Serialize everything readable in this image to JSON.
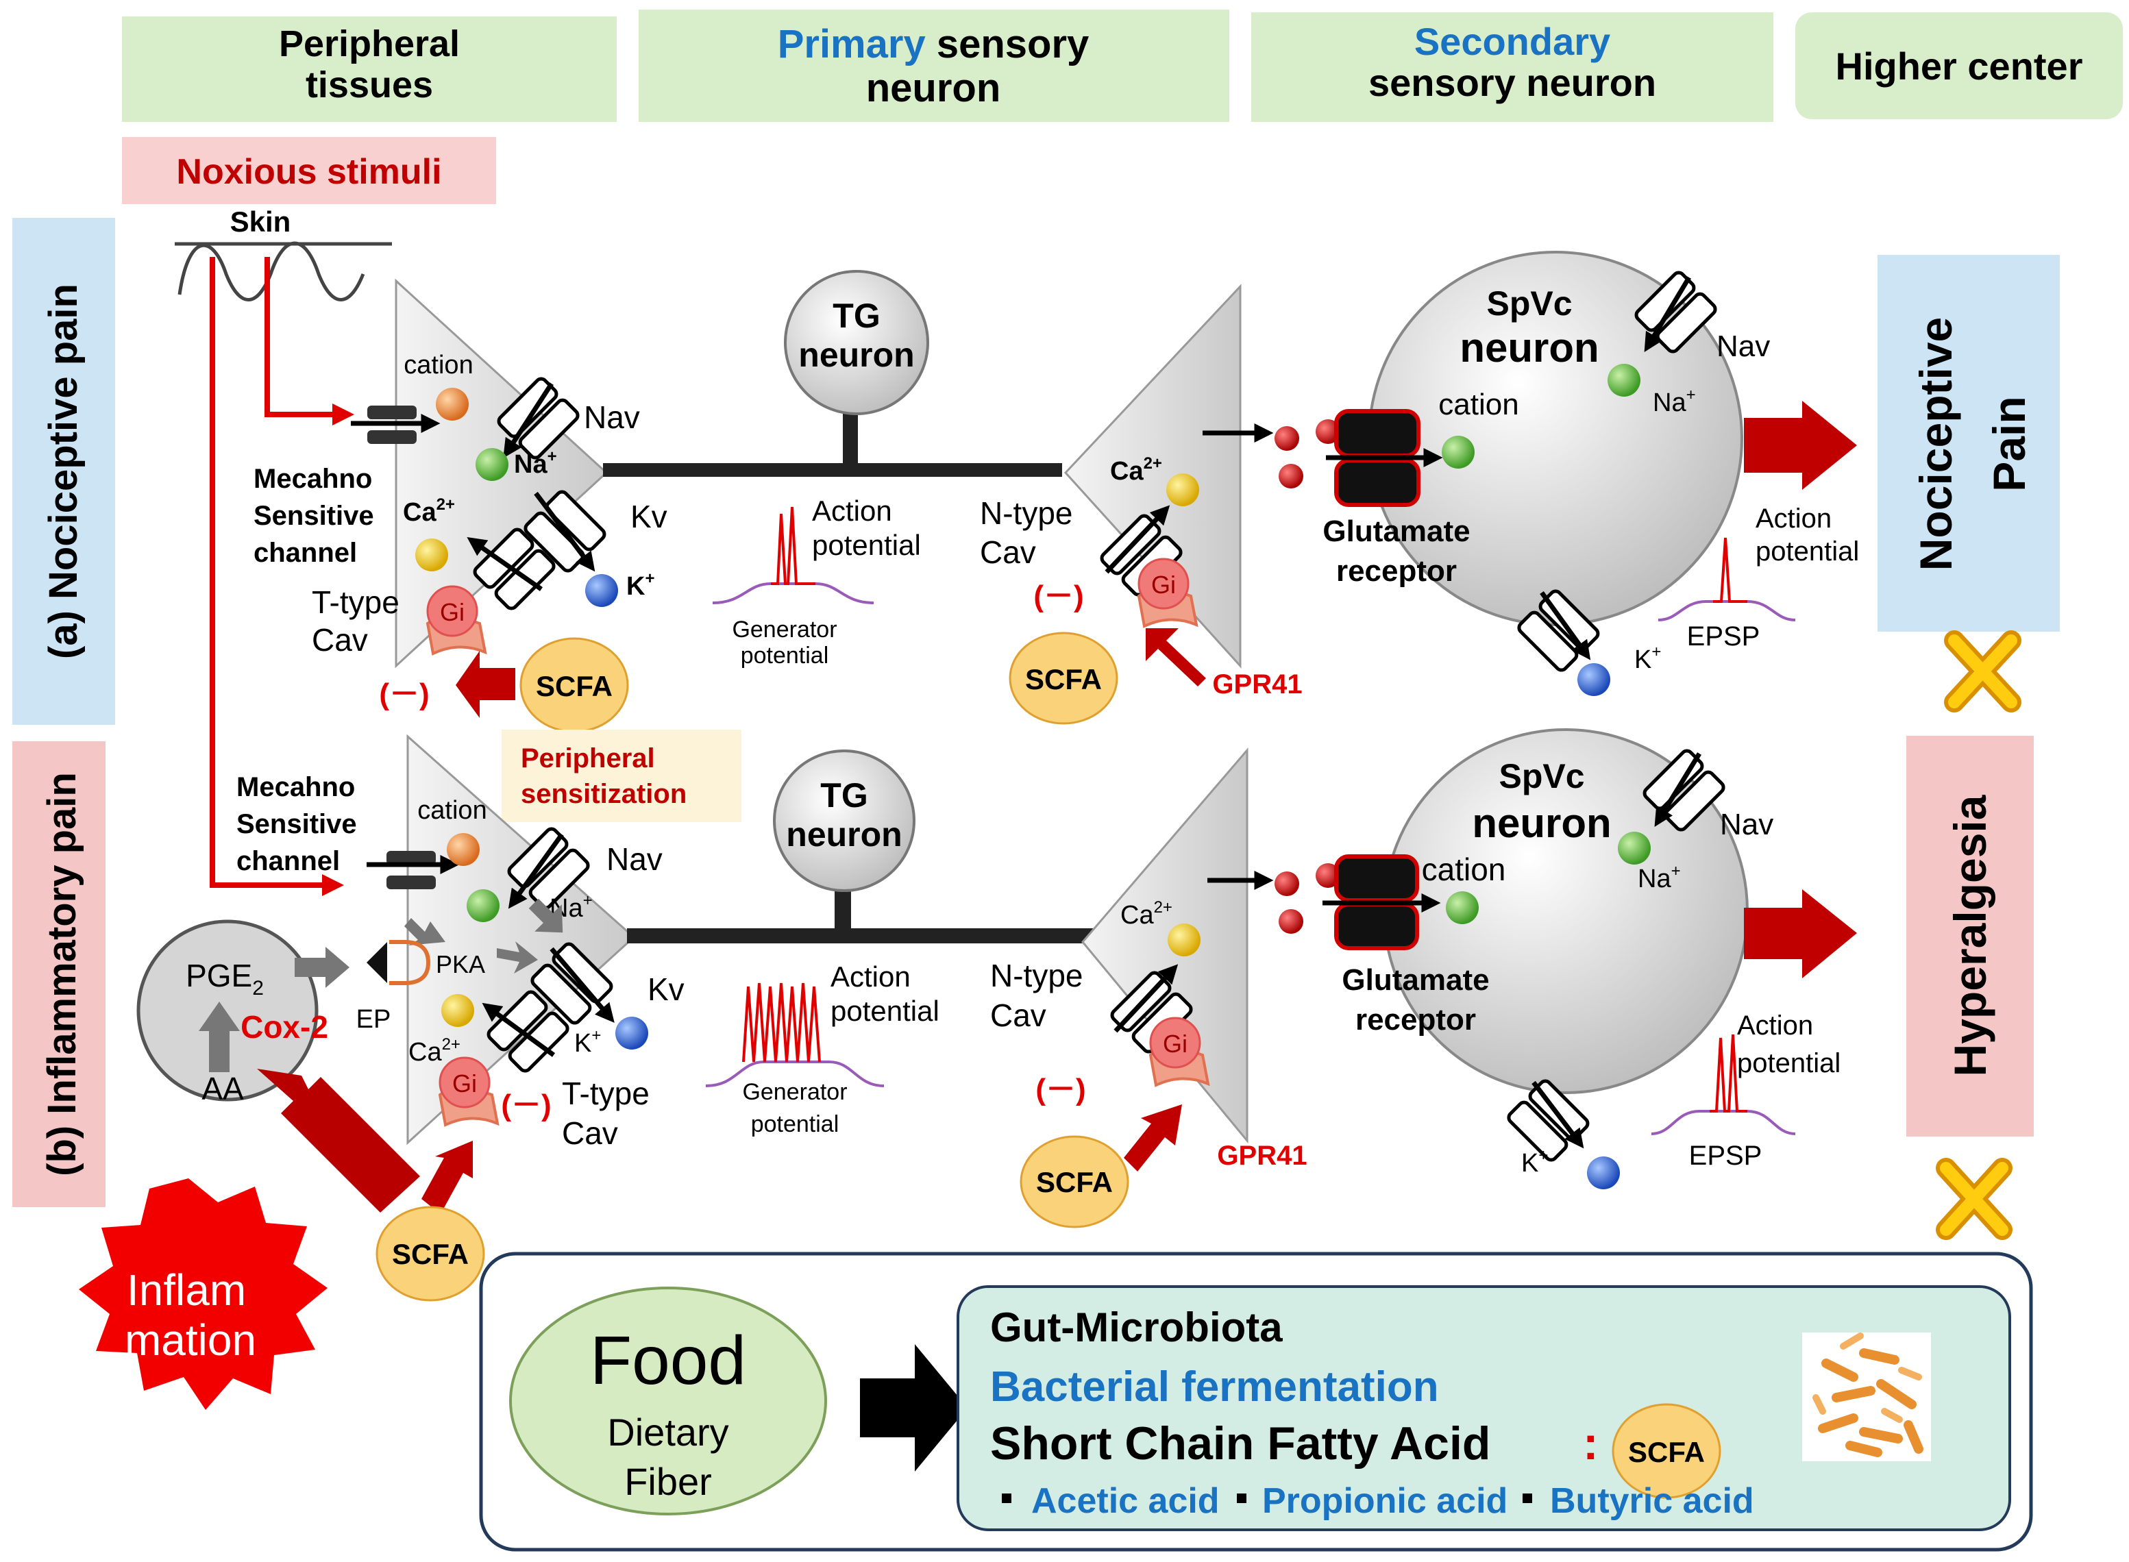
{
  "columns": {
    "peripheral": [
      "Peripheral",
      "tissues"
    ],
    "primary_highlight": "Primary",
    "primary_rest": " sensory",
    "primary_line2": "neuron",
    "secondary_highlight": "Secondary",
    "secondary_line2": "sensory neuron",
    "higher": "Higher center"
  },
  "noxious": "Noxious stimuli",
  "skin": "Skin",
  "rows": {
    "a": "(a) Nociceptive pain",
    "b": "(b) Inflammatory pain"
  },
  "labels": {
    "cation": "cation",
    "nav": "Nav",
    "kv": "Kv",
    "na": "Na",
    "k": "K",
    "ca": "Ca",
    "plus": "+",
    "ca_sup": "2+",
    "mecahno": [
      "Mecahno",
      "Sensitive",
      "channel"
    ],
    "ttype": [
      "T-type",
      "Cav"
    ],
    "ntype": [
      "N-type",
      "Cav"
    ],
    "gi": "Gi",
    "minus": "(－)",
    "scfa": "SCFA",
    "gpr41": "GPR41",
    "tg": [
      "TG",
      "neuron"
    ],
    "ap": [
      "Action",
      "potential"
    ],
    "gp": [
      "Generator",
      "potential"
    ],
    "spvc": [
      "SpVc",
      "neuron"
    ],
    "glutamate": [
      "Glutamate",
      "receptor"
    ],
    "epsp": "EPSP",
    "pge": "PGE",
    "pge_sub": "2",
    "cox": "Cox-2",
    "aa": "AA",
    "ep": "EP",
    "pka": "PKA",
    "periph_sens": [
      "Peripheral",
      "sensitization"
    ],
    "inflam": [
      "Inflam",
      "mation"
    ]
  },
  "outcomes": {
    "nociceptive": [
      "Nociceptive",
      "Pain"
    ],
    "hyperalgesia": "Hyperalgesia"
  },
  "bottom": {
    "food": "Food",
    "fiber": [
      "Dietary",
      "Fiber"
    ],
    "gut": "Gut-Microbiota",
    "ferment": "Bacterial fermentation",
    "scfa_line": "Short Chain Fatty Acid",
    "colon": ":",
    "acids": [
      "Acetic acid",
      "Propionic acid",
      "Butyric acid"
    ]
  },
  "colors": {
    "header_green": "#d8eecb",
    "blue_text": "#1a72c2",
    "red": "#e10000",
    "dark_red": "#b30000",
    "scfa_fill": "#f9d27a",
    "row_a": "#cce4f4",
    "row_b": "#f4c6c6",
    "bottom_box": "#d3ede4",
    "food_fill": "#d7ebc3"
  }
}
